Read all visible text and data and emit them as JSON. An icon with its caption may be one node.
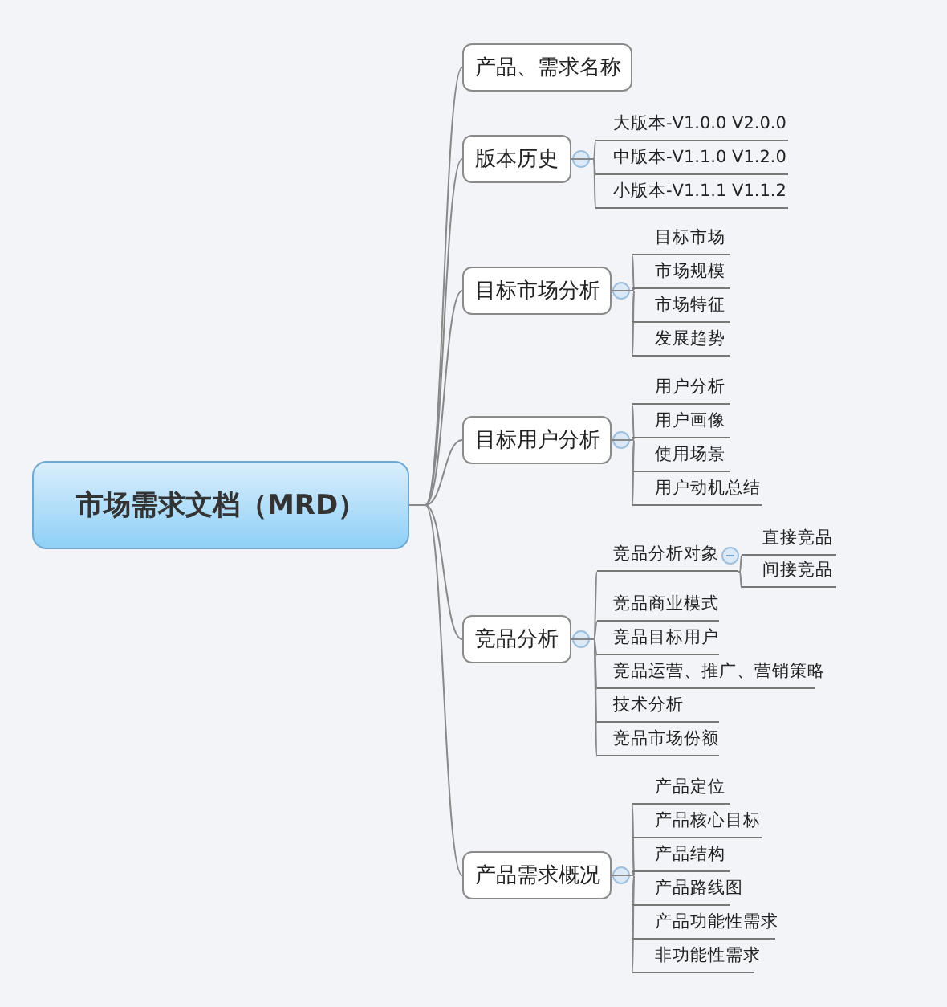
{
  "diagram": {
    "nodes": [
      {
        "text": [
          "市场需求文档（MRD）"
        ]
      },
      {
        "text": [
          "产品、需求名称"
        ]
      },
      {
        "text": [
          "版本历史"
        ]
      },
      {
        "text": [
          "大版本-V1.0.0 V2.0.0"
        ]
      },
      {
        "text": [
          "中版本-V1.1.0 V1.2.0"
        ]
      },
      {
        "text": [
          "小版本-V1.1.1 V1.1.2"
        ]
      },
      {
        "text": [
          "目标市场分析"
        ]
      },
      {
        "text": [
          "目标市场"
        ]
      },
      {
        "text": [
          "市场规模"
        ]
      },
      {
        "text": [
          "市场特征"
        ]
      },
      {
        "text": [
          "发展趋势"
        ]
      },
      {
        "text": [
          "目标用户分析"
        ]
      },
      {
        "text": [
          "用户分析"
        ]
      },
      {
        "text": [
          "用户画像"
        ]
      },
      {
        "text": [
          "使用场景"
        ]
      },
      {
        "text": [
          "用户动机总结"
        ]
      },
      {
        "text": [
          "竞品分析"
        ]
      },
      {
        "text": [
          "竞品分析对象"
        ]
      },
      {
        "text": [
          "直接竞品"
        ]
      },
      {
        "text": [
          "间接竞品"
        ]
      },
      {
        "text": [
          "竞品商业模式"
        ]
      },
      {
        "text": [
          "竞品目标用户"
        ]
      },
      {
        "text": [
          "竞品运营、推广、营销策略"
        ]
      },
      {
        "text": [
          "技术分析"
        ]
      },
      {
        "text": [
          "竞品市场份额"
        ]
      },
      {
        "text": [
          "产品需求概况"
        ]
      },
      {
        "text": [
          "产品定位"
        ]
      },
      {
        "text": [
          "产品核心目标"
        ]
      },
      {
        "text": [
          "产品结构"
        ]
      },
      {
        "text": [
          "产品路线图"
        ]
      },
      {
        "text": [
          "产品功能性需求"
        ]
      },
      {
        "text": [
          "非功能性需求"
        ]
      }
    ],
    "edges": [
      {
        "from": 0,
        "to": 1,
        "arrow": "none"
      },
      {
        "from": 0,
        "to": 2,
        "arrow": "none"
      },
      {
        "from": 2,
        "to": 3,
        "arrow": "none"
      },
      {
        "from": 2,
        "to": 4,
        "arrow": "none"
      },
      {
        "from": 2,
        "to": 5,
        "arrow": "none"
      },
      {
        "from": 0,
        "to": 6,
        "arrow": "none"
      },
      {
        "from": 6,
        "to": 7,
        "arrow": "none"
      },
      {
        "from": 6,
        "to": 8,
        "arrow": "none"
      },
      {
        "from": 6,
        "to": 9,
        "arrow": "none"
      },
      {
        "from": 6,
        "to": 10,
        "arrow": "none"
      },
      {
        "from": 0,
        "to": 11,
        "arrow": "none"
      },
      {
        "from": 11,
        "to": 12,
        "arrow": "none"
      },
      {
        "from": 11,
        "to": 13,
        "arrow": "none"
      },
      {
        "from": 11,
        "to": 14,
        "arrow": "none"
      },
      {
        "from": 11,
        "to": 15,
        "arrow": "none"
      },
      {
        "from": 0,
        "to": 16,
        "arrow": "none"
      },
      {
        "from": 16,
        "to": 17,
        "arrow": "none"
      },
      {
        "from": 17,
        "to": 18,
        "arrow": "none"
      },
      {
        "from": 17,
        "to": 19,
        "arrow": "none"
      },
      {
        "from": 16,
        "to": 20,
        "arrow": "none"
      },
      {
        "from": 16,
        "to": 21,
        "arrow": "none"
      },
      {
        "from": 16,
        "to": 22,
        "arrow": "none"
      },
      {
        "from": 16,
        "to": 23,
        "arrow": "none"
      },
      {
        "from": 16,
        "to": 24,
        "arrow": "none"
      },
      {
        "from": 0,
        "to": 25,
        "arrow": "none"
      },
      {
        "from": 25,
        "to": 26,
        "arrow": "none"
      },
      {
        "from": 25,
        "to": 27,
        "arrow": "none"
      },
      {
        "from": 25,
        "to": 28,
        "arrow": "none"
      },
      {
        "from": 25,
        "to": 29,
        "arrow": "none"
      },
      {
        "from": 25,
        "to": 30,
        "arrow": "none"
      },
      {
        "from": 25,
        "to": 31,
        "arrow": "none"
      }
    ]
  }
}
